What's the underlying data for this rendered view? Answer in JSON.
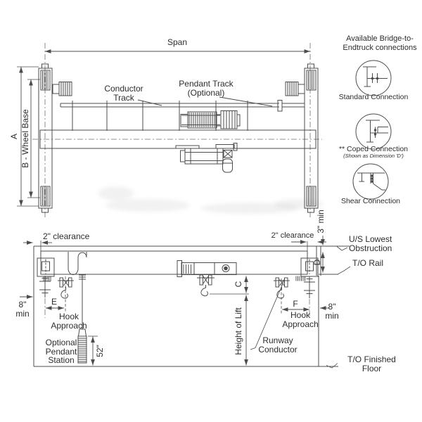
{
  "colors": {
    "line_color": "#4c4c4c",
    "text_color": "#2d2d2d",
    "background": "#ffffff"
  },
  "top_view": {
    "span_label": "Span",
    "dim_a_label": "A",
    "dim_b_label": "B - Wheel Base",
    "conductor_track_line1": "Conductor",
    "conductor_track_line2": "Track",
    "pendant_track_line1": "Pendant Track",
    "pendant_track_line2": "(Optional)"
  },
  "connections": {
    "title_line1": "Available Bridge-to-",
    "title_line2": "Endtruck connections",
    "standard_label": "Standard Connection",
    "coped_label": "** Coped Connection",
    "coped_note": "(Shown as Dimension 'D')",
    "shear_label": "Shear Connection"
  },
  "elevation": {
    "clearance_left": "2\" clearance",
    "clearance_right": "2\" clearance",
    "three_min": "3\" min",
    "us_lowest_line1": "U/S Lowest",
    "us_lowest_line2": "Obstruction",
    "to_rail": "T/O Rail",
    "dim_c": "C",
    "dim_d": "D",
    "dim_e": "E",
    "dim_f": "F",
    "eight_min_line1": "8\"",
    "eight_min_line2": "min",
    "hook_approach_line1": "Hook",
    "hook_approach_line2": "Approach",
    "pendant_line1": "Optional",
    "pendant_line2": "Pendant",
    "pendant_line3": "Station",
    "pendant_height": "52\"",
    "height_of_lift": "Height of Lift",
    "runway_conductor_line1": "Runway",
    "runway_conductor_line2": "Conductor",
    "floor_line1": "T/O Finished",
    "floor_line2": "Floor"
  }
}
